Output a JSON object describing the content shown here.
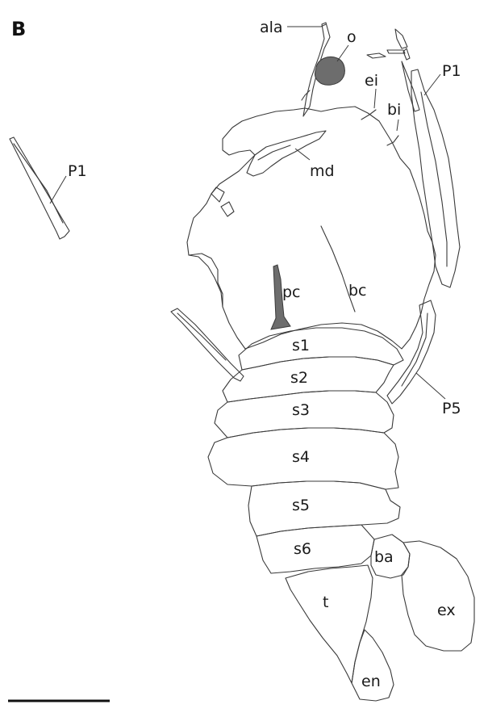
{
  "figure": {
    "panel_letter": "B",
    "fill_color_dark": "#6d6d6d",
    "line_color": "#3a3a3a",
    "labels": {
      "ala": "ala",
      "o": "o",
      "ei": "ei",
      "p1_right": "P1",
      "bi": "bi",
      "p1_left": "P1",
      "md": "md",
      "pc": "pc",
      "bc": "bc",
      "s1": "s1",
      "s2": "s2",
      "s3": "s3",
      "s4": "s4",
      "s5": "s5",
      "s6": "s6",
      "p5": "P5",
      "ba": "ba",
      "t": "t",
      "ex": "ex",
      "en": "en"
    }
  }
}
